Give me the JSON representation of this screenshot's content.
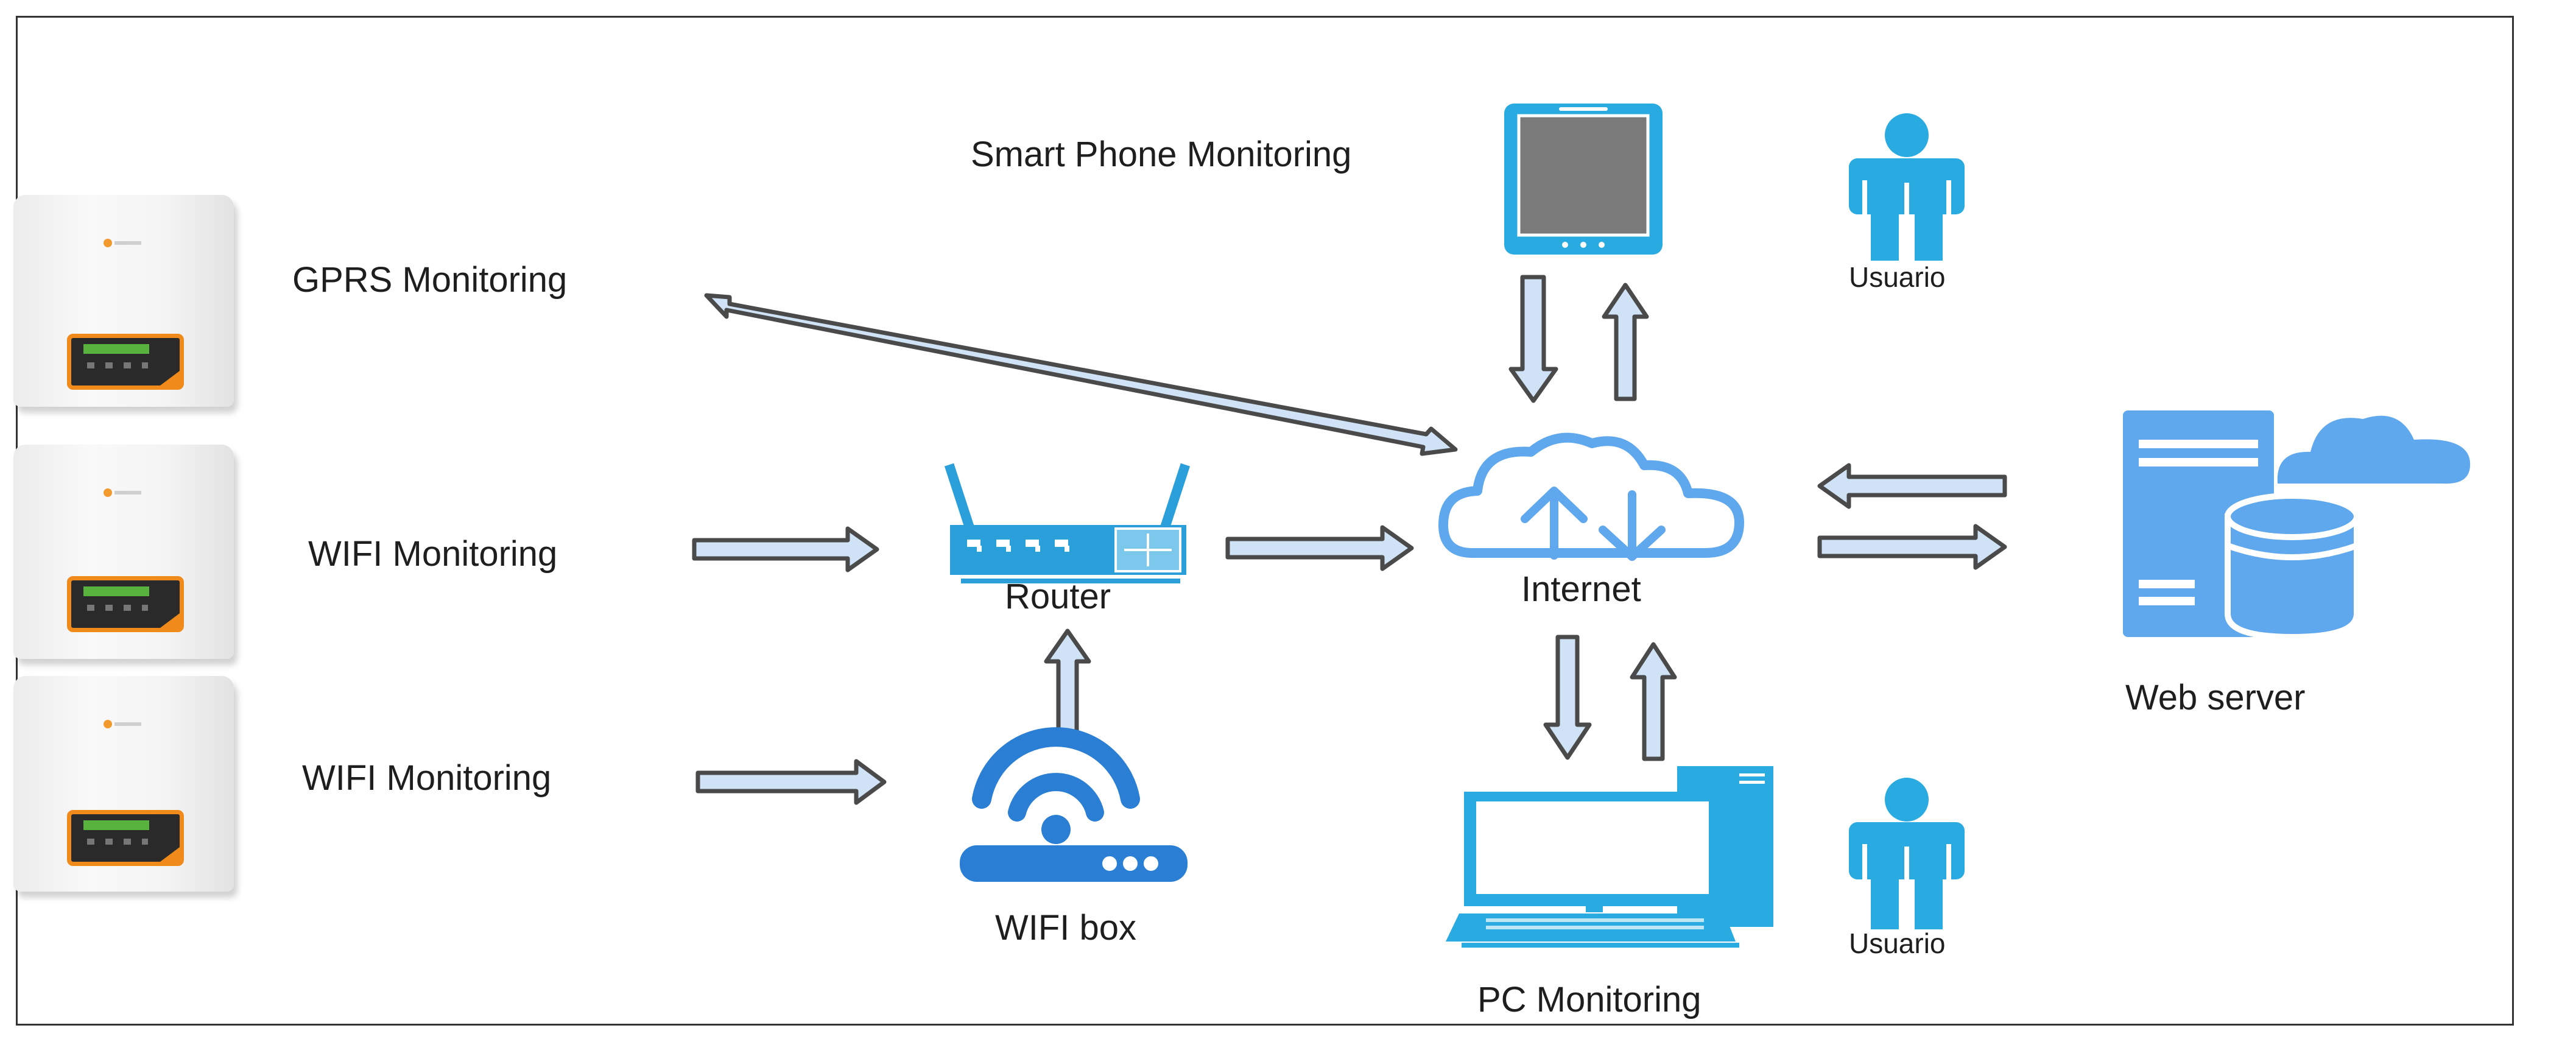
{
  "labels": {
    "gprs": "GPRS Monitoring",
    "wifi1": "WIFI Monitoring",
    "wifi2": "WIFI Monitoring",
    "router": "Router",
    "wifi_box": "WIFI box",
    "smartphone": "Smart Phone Monitoring",
    "internet": "Internet",
    "pc": "PC Monitoring",
    "user_top": "Usuario",
    "user_bottom": "Usuario",
    "web_server": "Web server"
  },
  "colors": {
    "arrow_fill": "#cfe2f6",
    "arrow_stroke": "#4a4a4a",
    "icon_blue": "#29abe2",
    "icon_light_blue": "#5fa8ee",
    "router_blue": "#2b9fd9",
    "wifi_blue": "#2a7fd4"
  }
}
